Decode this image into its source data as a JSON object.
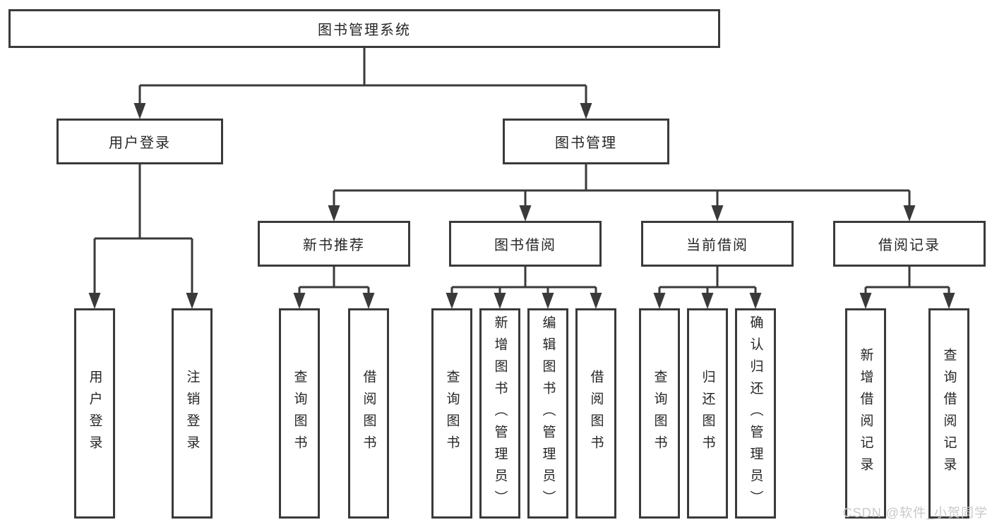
{
  "diagram": {
    "root": {
      "label": "图书管理系统"
    },
    "level2": [
      {
        "label": "用户登录"
      },
      {
        "label": "图书管理"
      }
    ],
    "level3": [
      {
        "label": "新书推荐"
      },
      {
        "label": "图书借阅"
      },
      {
        "label": "当前借阅"
      },
      {
        "label": "借阅记录"
      }
    ],
    "leaves": {
      "user_login": [
        "用户登录",
        "注销登录"
      ],
      "new_books": [
        "查询图书",
        "借阅图书"
      ],
      "borrow": [
        "查询图书",
        "新增图书（管理员）",
        "编辑图书（管理员）",
        "借阅图书"
      ],
      "current": [
        "查询图书",
        "归还图书",
        "确认归还（管理员）"
      ],
      "records": [
        "新增借阅记录",
        "查询借阅记录"
      ]
    },
    "colors": {
      "line": "#3a3a3a",
      "text": "#262626",
      "watermark": "#c9c9c9"
    }
  },
  "watermark": {
    "text": "CSDN @软件_小贺同学"
  }
}
